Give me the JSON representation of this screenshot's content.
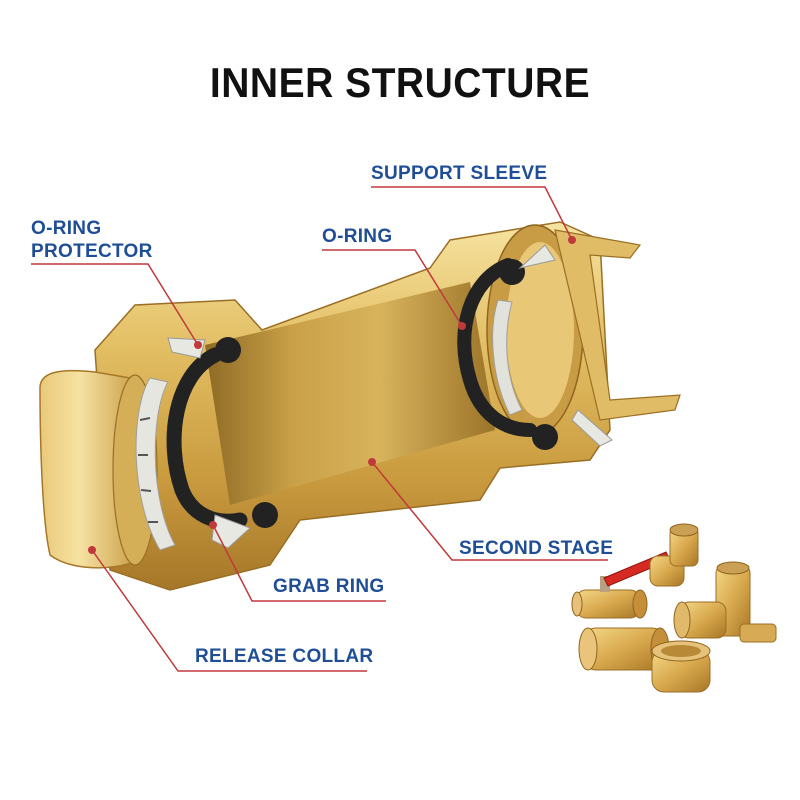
{
  "title": "INNER STRUCTURE",
  "colors": {
    "label_text": "#1f4e96",
    "leader_line": "#c0393b",
    "brass_light": "#f2d98a",
    "brass_mid": "#d9b055",
    "brass_dark": "#a9792a",
    "oring": "#222222",
    "grab_ring": "#e2e2dc"
  },
  "labels": {
    "support_sleeve": "SUPPORT SLEEVE",
    "oring_protector_line1": "O-RING",
    "oring_protector_line2": "PROTECTOR",
    "oring": "O-RING",
    "second_stage": "SECOND STAGE",
    "grab_ring": "GRAB RING",
    "release_collar": "RELEASE COLLAR"
  },
  "icons": [
    "fitting-cutaway-illustration",
    "fittings-product-photo"
  ]
}
